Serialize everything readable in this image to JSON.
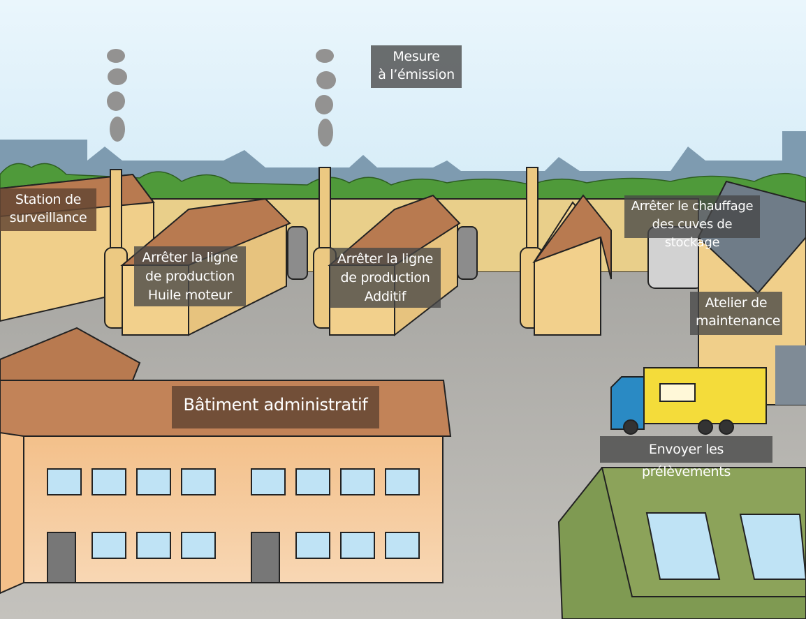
{
  "hotspots": {
    "emission": {
      "line1": "Mesure",
      "line2": "à l’émission"
    },
    "station": {
      "line1": "Station de",
      "line2": "surveillance"
    },
    "line_oil": {
      "line1": "Arrêter la ligne",
      "line2": "de production",
      "line3": "Huile moteur"
    },
    "line_additive": {
      "line1": "Arrêter la ligne",
      "line2": "de production",
      "line3": "Additif"
    },
    "tanks": {
      "line1": "Arrêter le chauffage",
      "line2": "des cuves de stockage"
    },
    "workshop": {
      "line1": "Atelier de",
      "line2": "maintenance"
    },
    "admin": {
      "line1": "Bâtiment administratif"
    },
    "samples": {
      "line1": "Envoyer les prélèvements"
    }
  },
  "colors": {
    "sky_top": "#d6ecf8",
    "ground": "#b9b7b2",
    "wall": "#e9cf8a",
    "roof": "#b87a50",
    "truck_cab": "#2a8ac4",
    "truck_box": "#f4dc3a"
  }
}
